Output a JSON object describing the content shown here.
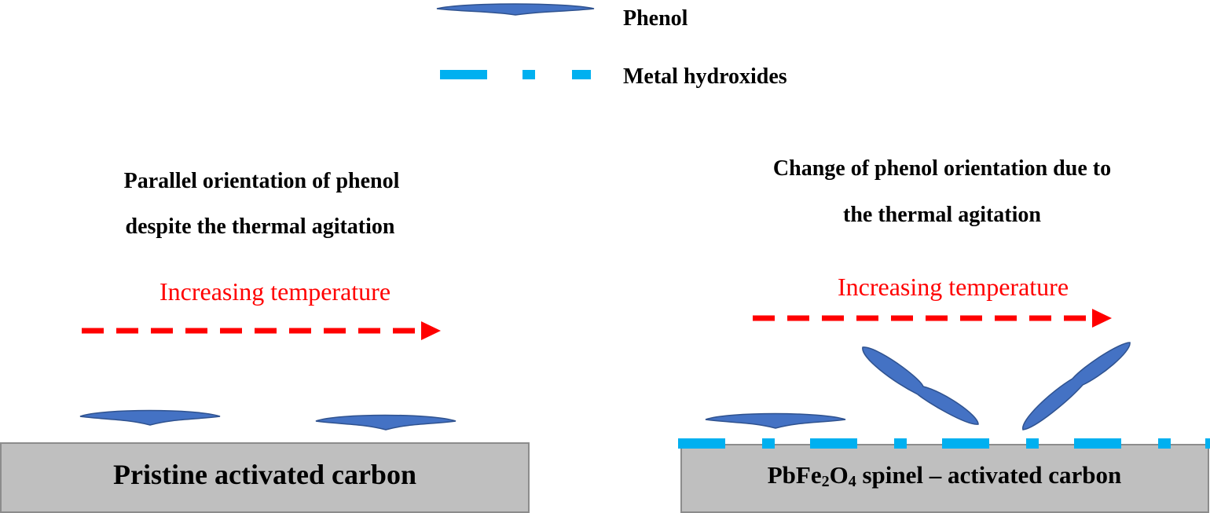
{
  "legend": {
    "phenol_label": "Phenol",
    "hydroxide_label": "Metal hydroxides"
  },
  "left_panel": {
    "caption_line1": "Parallel orientation of phenol",
    "caption_line2": "despite the thermal agitation",
    "temperature_label": "Increasing temperature",
    "substrate_label": "Pristine activated carbon"
  },
  "right_panel": {
    "caption_line1": "Change of phenol orientation due to",
    "caption_line2": "the thermal agitation",
    "temperature_label": "Increasing temperature",
    "substrate_label_prefix": "PbFe",
    "substrate_sub1": "2",
    "substrate_label_mid": "O",
    "substrate_sub2": "4",
    "substrate_label_suffix": " spinel – activated carbon"
  },
  "colors": {
    "phenol_fill": "#4472C4",
    "phenol_stroke": "#2F528F",
    "hydroxide": "#00B0F0",
    "arrow": "#FF0000",
    "temperature_text": "#FF0000",
    "substrate_fill": "#BFBFBF",
    "substrate_stroke": "#8C8C8C",
    "text": "#000000"
  }
}
